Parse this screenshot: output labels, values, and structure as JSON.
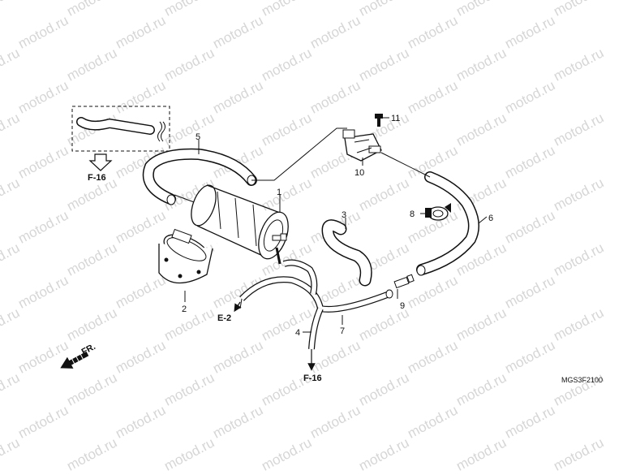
{
  "watermark": "motod.ru",
  "callouts": {
    "c1": "1",
    "c2": "2",
    "c3": "3",
    "c4": "4",
    "c5": "5",
    "c6": "6",
    "c7": "7",
    "c8": "8",
    "c9": "9",
    "c10": "10",
    "c11": "11"
  },
  "references": {
    "f16_top": "F-16",
    "f16_bottom": "F-16",
    "e2": "E-2",
    "front": "FR."
  },
  "diagram_code": "MGS3F2100"
}
